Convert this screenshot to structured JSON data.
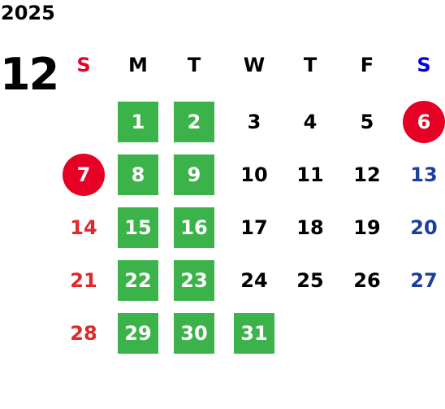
{
  "calendar": {
    "year": "2025",
    "month": "12",
    "weekdays": [
      "S",
      "M",
      "T",
      "W",
      "T",
      "F",
      "S"
    ],
    "weekday_colors": [
      "#e60023",
      "#000000",
      "#000000",
      "#000000",
      "#000000",
      "#000000",
      "#0000dd"
    ],
    "colors": {
      "green_highlight": "#3cb34a",
      "red_circle": "#e60023",
      "sunday_text": "#e12828",
      "saturday_text": "#1d3f9c"
    },
    "weeks": [
      [
        null,
        "1",
        "2",
        "3",
        "4",
        "5",
        "6"
      ],
      [
        "7",
        "8",
        "9",
        "10",
        "11",
        "12",
        "13"
      ],
      [
        "14",
        "15",
        "16",
        "17",
        "18",
        "19",
        "20"
      ],
      [
        "21",
        "22",
        "23",
        "24",
        "25",
        "26",
        "27"
      ],
      [
        "28",
        "29",
        "30",
        "31",
        null,
        null,
        null
      ]
    ],
    "green_highlighted_days": [
      "1",
      "2",
      "8",
      "9",
      "15",
      "16",
      "22",
      "23",
      "29",
      "30",
      "31"
    ],
    "red_circled_days": [
      "6",
      "7"
    ]
  }
}
